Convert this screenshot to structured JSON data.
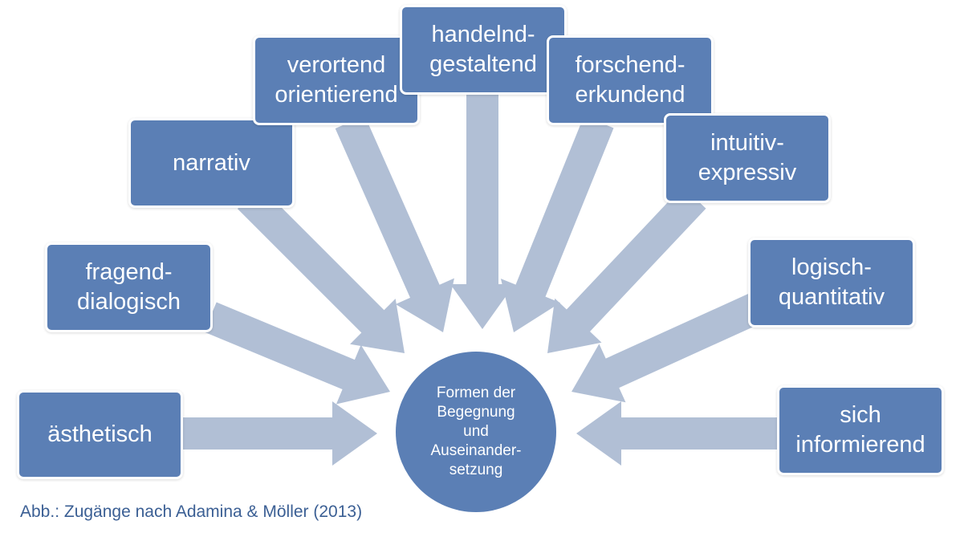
{
  "diagram": {
    "center": {
      "label": "Formen der\nBegegnung\nund\nAuseinander-\nsetzung"
    },
    "approaches": [
      {
        "id": "aesthetisch",
        "label": "ästhetisch"
      },
      {
        "id": "fragend",
        "label": "fragend-\ndialogisch"
      },
      {
        "id": "narrativ",
        "label": "narrativ"
      },
      {
        "id": "verortend",
        "label": "verortend\norientierend"
      },
      {
        "id": "handelnd",
        "label": "handelnd-\ngestaltend"
      },
      {
        "id": "forschend",
        "label": "forschend-\nerkundend"
      },
      {
        "id": "intuitiv",
        "label": "intuitiv-\nexpressiv"
      },
      {
        "id": "logisch",
        "label": "logisch-\nquantitativ"
      },
      {
        "id": "informierend",
        "label": "sich\ninformierend"
      }
    ],
    "caption": "Abb.: Zugänge nach Adamina & Möller (2013)",
    "colors": {
      "box": "#5b7fb5",
      "arrow": "#b1bfd5",
      "caption": "#3b5f94"
    }
  }
}
